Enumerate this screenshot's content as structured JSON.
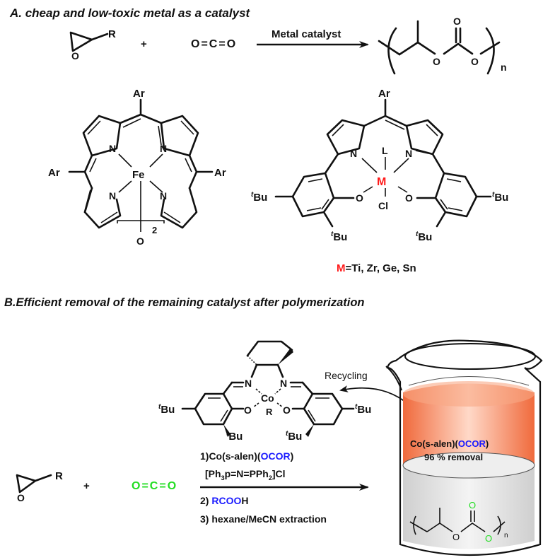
{
  "section_a": {
    "title": "A.  cheap and low-toxic metal as a catalyst",
    "reaction": {
      "epoxide_substituent": "R",
      "epoxide_oxygen": "O",
      "plus": "+",
      "co2": "O=C=O",
      "arrow_label": "Metal catalyst",
      "product_repeat_index": "n",
      "product_atoms": {
        "o_carbonyl": "O",
        "o_ester1": "O",
        "o_ester2": "O"
      }
    },
    "porphyrin": {
      "metal": "Fe",
      "aryl_labels": [
        "Ar",
        "Ar",
        "Ar"
      ],
      "nitrogen_labels": [
        "N",
        "N",
        "N",
        "N"
      ],
      "bridge_atom": "O",
      "bridge_count": "2"
    },
    "corrole_complex": {
      "aryl_label": "Ar",
      "metal": "M",
      "ligand_top": "L",
      "ligand_bottom": "Cl",
      "nitrogen_labels": [
        "N",
        "N"
      ],
      "oxygen_labels": [
        "O",
        "O"
      ],
      "tbu_prefix": "t",
      "tbu_suffix": "Bu",
      "metal_caption_symbol": "M",
      "metal_caption_rest": "=Ti, Zr, Ge, Sn"
    }
  },
  "section_b": {
    "title": "B.Efficient removal of the remaining catalyst after polymerization",
    "salen": {
      "metal": "Co",
      "nitrogen_labels": [
        "N",
        "N"
      ],
      "oxygen_labels": [
        "O",
        "O"
      ],
      "axial": "R",
      "tbu_prefix": "t",
      "tbu_suffix": "Bu"
    },
    "recycling_label": "Recycling",
    "reaction": {
      "epoxide_substituent": "R",
      "epoxide_oxygen": "O",
      "plus": "+",
      "co2": "O=C=O",
      "step1_prefix": "1)Co(s-alen)(",
      "step1_highlight": "OCOR",
      "step1_suffix": ")",
      "cocatalyst_prefix": "[Ph",
      "cocatalyst_sub1": "3",
      "cocatalyst_mid": "p=N=PPh",
      "cocatalyst_sub2": "2",
      "cocatalyst_suffix": "]Cl",
      "step2_prefix": "2) ",
      "step2_highlight": "RCOO",
      "step2_suffix": "H",
      "step3": "3) hexane/MeCN extraction"
    },
    "beaker": {
      "upper_phase_line1_prefix": "Co(s-alen)(",
      "upper_phase_line1_highlight": "OCOR",
      "upper_phase_line1_suffix": ")",
      "upper_phase_line2": "96 % removal",
      "removal_percent": 96,
      "product_repeat_index": "n",
      "product_atoms": {
        "o_carbonyl": "O",
        "o_ester1": "O",
        "o_ester2": "O"
      }
    }
  },
  "colors": {
    "highlight_red": "#ff1a1a",
    "highlight_blue": "#1a1aff",
    "co2_green": "#22dd22",
    "upper_phase_orange": "#f4784a",
    "lower_phase_gray": "#d9d9d9"
  }
}
